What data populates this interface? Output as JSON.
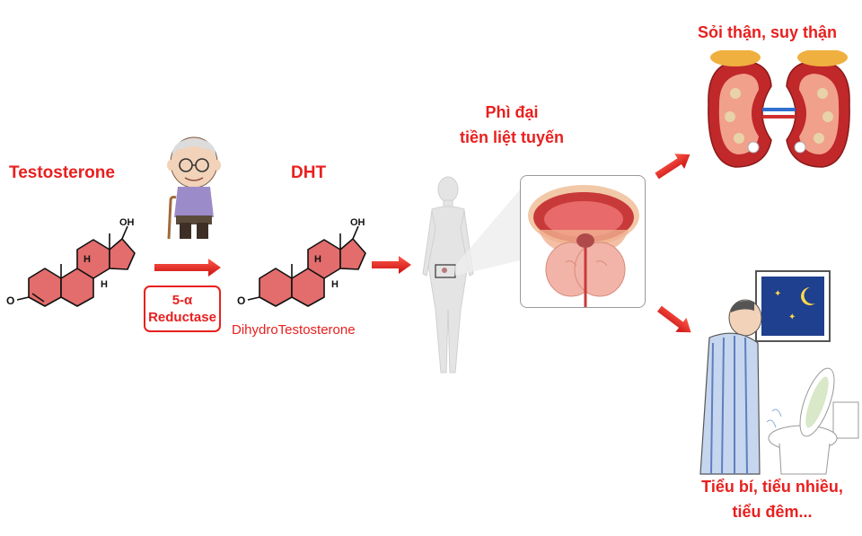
{
  "labels": {
    "testosterone": "Testosterone",
    "dht": "DHT",
    "dht_full": "DihydroTestosterone",
    "enzyme_line1": "5-α",
    "enzyme_line2": "Reductase",
    "prostate_line1": "Phì đại",
    "prostate_line2": "tiền liệt tuyến",
    "kidney": "Sỏi thận, suy thận",
    "urinary_line1": "Tiểu bí, tiểu nhiều,",
    "urinary_line2": "tiểu đêm..."
  },
  "molecule_atoms": {
    "oh": "OH",
    "h": "H",
    "o": "O"
  },
  "colors": {
    "accent_red": "#e8201f",
    "ring_fill": "#e36c6c",
    "arrow_red": "#e8201f",
    "body_silhouette": "#e4e4e4",
    "kidney_red": "#c0282a",
    "night_window": "#1f3f8f"
  },
  "icons": {
    "elderly_man": "elderly-man-icon",
    "human_body": "human-body-icon",
    "prostate": "prostate-icon",
    "kidney": "kidney-icon",
    "urination_man": "urination-man-icon"
  }
}
